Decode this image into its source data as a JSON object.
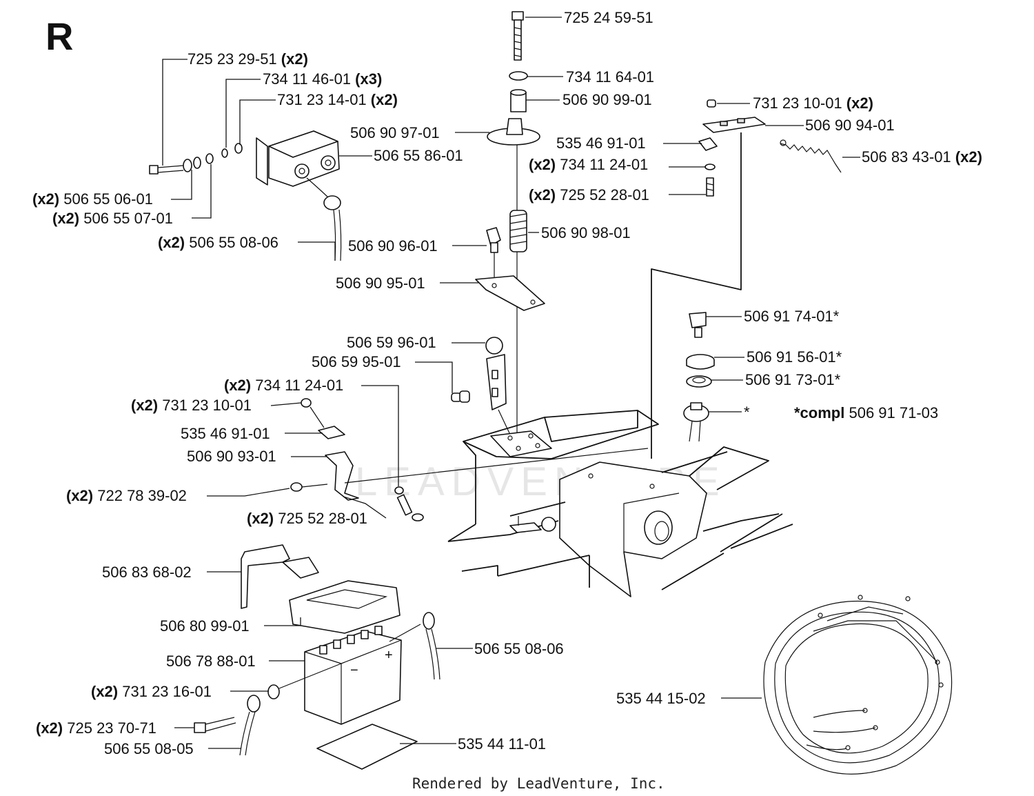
{
  "section_letter": "R",
  "footer": "Rendered by LeadVenture, Inc.",
  "watermark": "LEADVENTURE",
  "callouts": [
    {
      "part": "725 23 29-51",
      "qty": "(x2)",
      "qty_side": "after"
    },
    {
      "part": "734 11 46-01",
      "qty": "(x3)",
      "qty_side": "after"
    },
    {
      "part": "731 23 14-01",
      "qty": "(x2)",
      "qty_side": "after"
    },
    {
      "part": "506 55 86-01",
      "qty": "",
      "qty_side": ""
    },
    {
      "part": "506 55 06-01",
      "qty": "(x2)",
      "qty_side": "before"
    },
    {
      "part": "506 55 07-01",
      "qty": "(x2)",
      "qty_side": "before"
    },
    {
      "part": "506 55 08-06",
      "qty": "(x2)",
      "qty_side": "before"
    },
    {
      "part": "725 24 59-51",
      "qty": "",
      "qty_side": ""
    },
    {
      "part": "734 11 64-01",
      "qty": "",
      "qty_side": ""
    },
    {
      "part": "506 90 99-01",
      "qty": "",
      "qty_side": ""
    },
    {
      "part": "506 90 97-01",
      "qty": "",
      "qty_side": ""
    },
    {
      "part": "535 46 91-01",
      "qty": "",
      "qty_side": ""
    },
    {
      "part": "734 11 24-01",
      "qty": "(x2)",
      "qty_side": "before"
    },
    {
      "part": "725 52 28-01",
      "qty": "(x2)",
      "qty_side": "before"
    },
    {
      "part": "506 90 98-01",
      "qty": "",
      "qty_side": ""
    },
    {
      "part": "506 90 96-01",
      "qty": "",
      "qty_side": ""
    },
    {
      "part": "506 90 95-01",
      "qty": "",
      "qty_side": ""
    },
    {
      "part": "731 23 10-01",
      "qty": "(x2)",
      "qty_side": "after"
    },
    {
      "part": "506 90 94-01",
      "qty": "",
      "qty_side": ""
    },
    {
      "part": "506 83 43-01",
      "qty": "(x2)",
      "qty_side": "after"
    },
    {
      "part": "506 91 74-01*",
      "qty": "",
      "qty_side": ""
    },
    {
      "part": "506 91 56-01*",
      "qty": "",
      "qty_side": ""
    },
    {
      "part": "506 91 73-01*",
      "qty": "",
      "qty_side": ""
    },
    {
      "part": "*",
      "qty": "",
      "qty_side": ""
    },
    {
      "part": "506 91 71-03",
      "qty": "*compl",
      "qty_side": "before"
    },
    {
      "part": "506 59 96-01",
      "qty": "",
      "qty_side": ""
    },
    {
      "part": "506 59 95-01",
      "qty": "",
      "qty_side": ""
    },
    {
      "part": "734 11 24-01",
      "qty": "(x2)",
      "qty_side": "before"
    },
    {
      "part": "731 23 10-01",
      "qty": "(x2)",
      "qty_side": "before"
    },
    {
      "part": "535 46 91-01",
      "qty": "",
      "qty_side": ""
    },
    {
      "part": "506 90 93-01",
      "qty": "",
      "qty_side": ""
    },
    {
      "part": "722 78 39-02",
      "qty": "(x2)",
      "qty_side": "before"
    },
    {
      "part": "725 52 28-01",
      "qty": "(x2)",
      "qty_side": "before"
    },
    {
      "part": "506 83 68-02",
      "qty": "",
      "qty_side": ""
    },
    {
      "part": "506 80 99-01",
      "qty": "",
      "qty_side": ""
    },
    {
      "part": "506 78 88-01",
      "qty": "",
      "qty_side": ""
    },
    {
      "part": "506 55 08-06",
      "qty": "",
      "qty_side": ""
    },
    {
      "part": "731 23 16-01",
      "qty": "(x2)",
      "qty_side": "before"
    },
    {
      "part": "725 23 70-71",
      "qty": "(x2)",
      "qty_side": "before"
    },
    {
      "part": "506 55 08-05",
      "qty": "",
      "qty_side": ""
    },
    {
      "part": "535 44 11-01",
      "qty": "",
      "qty_side": ""
    },
    {
      "part": "535 44 15-02",
      "qty": "",
      "qty_side": ""
    }
  ]
}
